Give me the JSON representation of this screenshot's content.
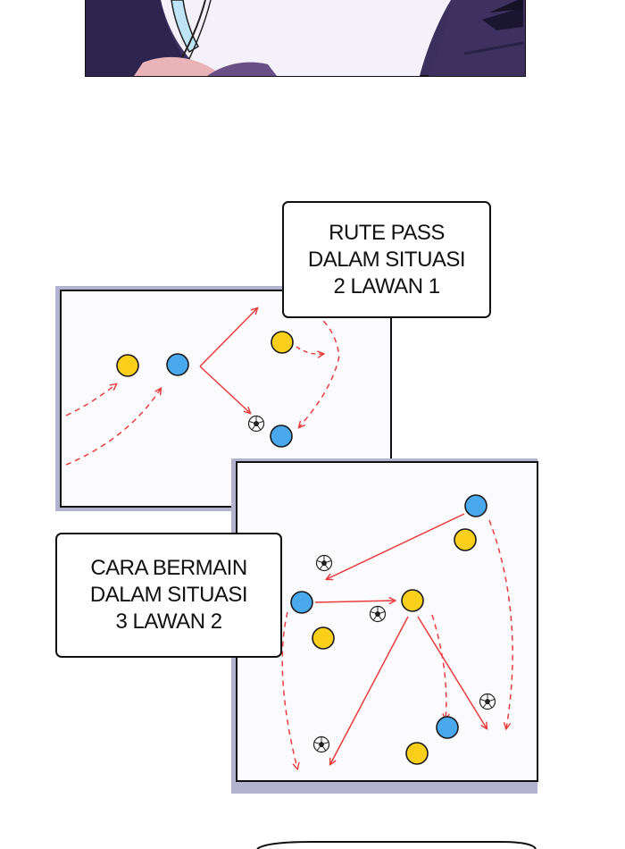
{
  "captions": {
    "two_vs_one": {
      "lines": [
        "RUTE PASS",
        "DALAM SITUASI",
        "2 LAWAN 1"
      ]
    },
    "three_vs_two": {
      "lines": [
        "CARA BERMAIN",
        "DALAM SITUASI",
        "3 LAWAN 2"
      ]
    }
  },
  "colors": {
    "player_blue": "#4aa8ec",
    "player_yellow": "#f9cf1a",
    "arrow_red": "#e83c3c",
    "board_shadow": "#b3b3cf",
    "board_bg": "#fbfbfe"
  }
}
